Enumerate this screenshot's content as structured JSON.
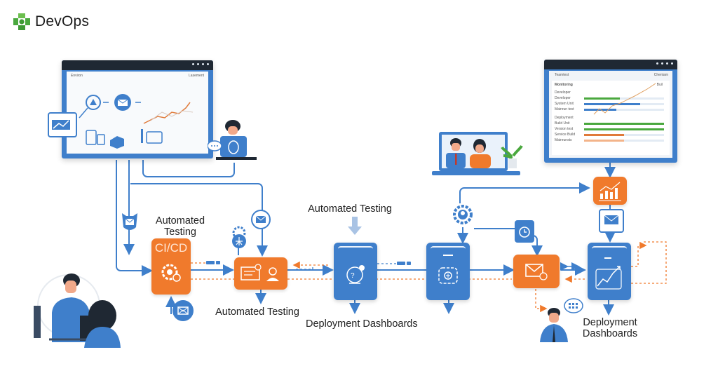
{
  "brand": {
    "name": "DevOps",
    "logo_icon": "green-cross-logo-icon",
    "colors": {
      "logo_green": "#4aa83e",
      "orange": "#f07a2c",
      "blue": "#3f7fcb",
      "dark": "#1f2833"
    }
  },
  "windows": {
    "left_monitor": {
      "tab_left": "Environ",
      "tab_right": "Lasement"
    },
    "right_monitor": {
      "tab_left": "Teamtest",
      "tab_right": "Chentam",
      "panel_title": "Monitoring",
      "panel_controls": "Buil",
      "rows": [
        "Developer",
        "Developer",
        "System Unit",
        "Mainrun test",
        "Deployment",
        "Build Unit",
        "Version test",
        "Service Build",
        "Mainrunsts"
      ],
      "bars": [
        {
          "color": "#4aa83e",
          "value": 0.45
        },
        {
          "color": "#3f7fcb",
          "value": 0.7
        },
        {
          "color": "#3f7fcb",
          "value": 0.4
        },
        {
          "color": "#4aa83e",
          "value": 1.0
        },
        {
          "color": "#4aa83e",
          "value": 1.0
        },
        {
          "color": "#e07a3a",
          "value": 0.5
        },
        {
          "color": "#f3b48a",
          "value": 0.5
        }
      ]
    }
  },
  "labels": {
    "cicd_top": "Automated Testing",
    "cicd_box": "CI/CD",
    "testing_bottom": "Automated Testing",
    "testing_top": "Automated Testing",
    "deploy_dash_1": "Deployment Dashboards",
    "deploy_dash_2_line1": "Deployment",
    "deploy_dash_2_line2": "Dashboards",
    "chat_dots": "..."
  },
  "icons": [
    "mail-shield-icon",
    "gear-rocket-icon",
    "mail-badge-icon",
    "gear-settings-icon",
    "speech-mail-icon",
    "test-card-icon",
    "user-pin-icon",
    "question-puzzle-icon",
    "gear-circuit-icon",
    "gear-lock-icon",
    "clock-clipboard-icon",
    "mail-alert-icon",
    "bar-chart-icon",
    "mail-box-icon",
    "trend-chart-icon",
    "chat-keypad-icon",
    "chat-dots-icon"
  ]
}
